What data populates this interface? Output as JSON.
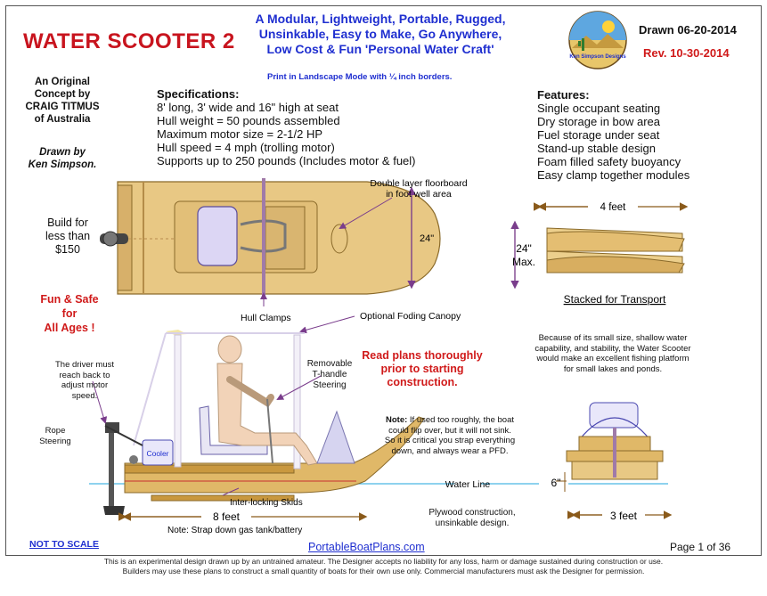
{
  "header": {
    "title": "WATER SCOOTER 2",
    "subtitle_lines": [
      "A Modular, Lightweight, Portable, Rugged,",
      "Unsinkable, Easy to Make, Go Anywhere,",
      "Low Cost & Fun 'Personal Water Craft'"
    ],
    "drawn_date": "Drawn 06-20-2014",
    "revision": "Rev. 10-30-2014",
    "logo_text": "Ken Simpson Designs",
    "print_note": "Print in Landscape Mode with ¼ inch borders."
  },
  "credits": {
    "concept_lines": [
      "An Original",
      "Concept by",
      "CRAIG TITMUS",
      "of Australia"
    ],
    "drawn_by_lines": [
      "Drawn by",
      "Ken Simpson."
    ]
  },
  "specifications": {
    "heading": "Specifications:",
    "items": [
      "8' long, 3' wide and 16\" high at seat",
      "Hull weight = 50 pounds assembled",
      "Maximum motor size = 2-1/2 HP",
      "Hull speed = 4 mph (trolling motor)",
      "Supports up to 250 pounds (Includes motor & fuel)"
    ]
  },
  "features": {
    "heading": "Features:",
    "items": [
      "Single occupant seating",
      "Dry storage in bow area",
      "Fuel storage under seat",
      "Stand-up stable design",
      "Foam filled safety buoyancy",
      "Easy clamp together modules"
    ]
  },
  "top_view": {
    "build_note_lines": [
      "Build for",
      "less than",
      "$150"
    ],
    "floorboard_note_lines": [
      "Double layer floorboard",
      "in foot well area"
    ],
    "width_label": "24\"",
    "hull_clamps_label": "Hull Clamps",
    "canopy_label": "Optional Foding Canopy"
  },
  "transport": {
    "length_label": "4 feet",
    "height_label_lines": [
      "24\"",
      "Max."
    ],
    "caption": "Stacked for Transport"
  },
  "side_view": {
    "fun_safe_lines": [
      "Fun & Safe",
      "for",
      "All Ages !"
    ],
    "driver_note_lines": [
      "The driver must",
      "reach back to",
      "adjust motor",
      "speed."
    ],
    "rope_steering_lines": [
      "Rope",
      "Steering"
    ],
    "tiller_label_lines": [
      "Removable",
      "T-handle",
      "Steering"
    ],
    "cooler_label": "Cooler",
    "skids_label": "Inter-locking Skids",
    "length_label": "8 feet",
    "strap_note": "Note: Strap down gas tank/battery",
    "water_line_label": "Water Line"
  },
  "warnings": {
    "read_plans_lines": [
      "Read plans thoroughly",
      "prior to starting",
      "construction."
    ],
    "note_label": "Note:",
    "note_lines": [
      " If used too roughly, the boat",
      "could flip over, but it will not sink.",
      "So it is critical you strap everything",
      "down, and always wear a PFD."
    ],
    "fishing_note_lines": [
      "Because of its small size, shallow water",
      "capability, and stability, the Water Scooter",
      "would make an excellent fishing platform",
      "for small lakes and ponds."
    ],
    "plywood_lines": [
      "Plywood construction,",
      "unsinkable design."
    ]
  },
  "front_view": {
    "height_label": "6\"",
    "width_label": "3 feet"
  },
  "bottom": {
    "scale_note": "NOT TO SCALE",
    "website": "PortableBoatPlans.com",
    "page": "Page 1 of 36"
  },
  "footer": {
    "lines": [
      "This is an experimental design drawn up by an untrained amateur. The Designer accepts no liability for any loss, harm or damage sustained during construction or use.",
      "Builders may use these plans to construct a small quantity of boats for their own use only.  Commercial manufacturers must ask the Designer for permission."
    ]
  },
  "colors": {
    "title_red": "#c8141e",
    "subtitle_blue": "#1f2fd0",
    "wood": "#e4c27a",
    "wood_dark": "#b98a35",
    "arrow": "#7a3d8c"
  }
}
